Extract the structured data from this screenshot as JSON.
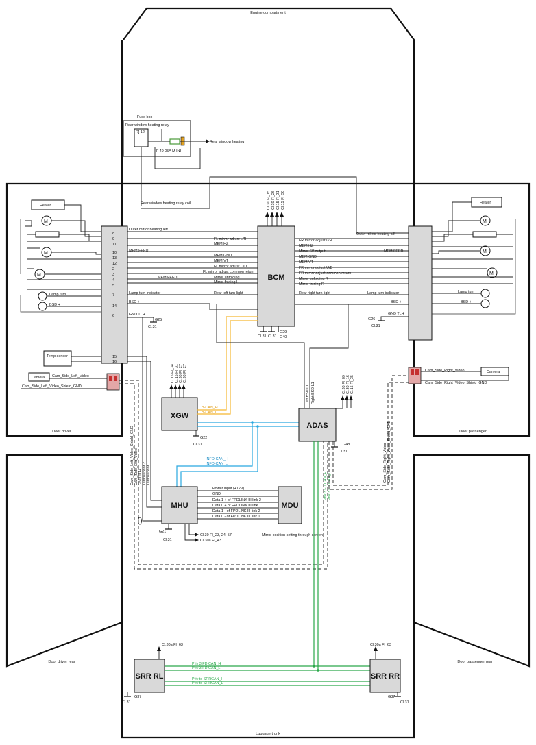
{
  "zones": {
    "engine": "Engine compartment",
    "door_driver": "Door driver",
    "door_passenger": "Door passenger",
    "door_driver_rear": "Door driver rear",
    "door_passenger_rear": "Door passenger rear",
    "luggage": "Luggage trunk"
  },
  "fusebox": {
    "title": "Fuse box",
    "relay": "Rear window heating relay",
    "relay_id": "R] 12",
    "fuse": "F 49 05A M INI",
    "output": "Rear window heating",
    "coil": "Rear window heating relay coil"
  },
  "modules": {
    "bcm": "BCM",
    "xgw": "XGW",
    "adas": "ADAS",
    "mhu": "MHU",
    "mdu": "MDU",
    "srr_rl": "SRR RL",
    "srr_rr": "SRR RR"
  },
  "bcm_top_pins": [
    "Cl.30 FI_15",
    "Cl.30 FI_26",
    "Cl.15 FI_31",
    "Cl.15 FI_36"
  ],
  "bcm_gnd": {
    "cl31a": "Cl.31",
    "cl31b": "Cl.31",
    "g": "G29",
    "g2": "G40"
  },
  "left_door": {
    "heater": "Heater",
    "connector_pins": [
      "8",
      "9",
      "11",
      "10",
      "13",
      "12",
      "2",
      "3",
      "4",
      "5",
      "7",
      "14",
      "6",
      "15",
      "16"
    ],
    "lamp_turn": "Lamp turn",
    "bsd": "BSD +",
    "temp": "Temp sensor",
    "camera": "Camera",
    "cam_video": "Cam_Side_Left_Video",
    "cam_shield": "Cam_Side_Left_Video_Shield_GND",
    "gnd_tlh": "GND TLH",
    "gnd_g": "G25",
    "gnd_cl": "Cl.31"
  },
  "right_door": {
    "heater": "Heater",
    "lamp_turn": "Lamp turn",
    "bsd": "BSD +",
    "camera": "Camera",
    "cam_video": "Cam_Side_Right_Video",
    "cam_shield": "Cam_Side_Right_Video_Shield_GND",
    "gnd_tlh": "GND TLH",
    "gnd_g": "G26",
    "gnd_cl": "Cl.31"
  },
  "left_signals": [
    "Outer mirror heating left",
    "FL mirror adjust L/R",
    "MEM HZ",
    "MEM FEED",
    "MEM GND",
    "MEM VT",
    "FL mirror adjust U/D",
    "FL mirror adjust common return",
    "MEM FEED",
    "Mirror unfolding L",
    "Mirror folding L",
    "Lamp turn indicator",
    "Rear left turn light",
    "BSD +"
  ],
  "right_signals": [
    "Outer mirror heating left",
    "FR mirror adjust L/R",
    "MEM HZ",
    "Mirror 5V output",
    "MEM FEED",
    "MEM GND",
    "MEM VT",
    "FR mirror adjust U/D",
    "FR mirror adjust common return",
    "Mirror unfolding R",
    "Mirror folding R",
    "Rear right turn light",
    "Lamp turn indicator",
    "BSD +"
  ],
  "xgw": {
    "fuses": [
      "Cl.15 FI_34",
      "Cl.15 FI_31",
      "Cl.30 FI_27",
      "Cl.30 FI_27"
    ],
    "bcan_h": "B-CAN_H",
    "bcan_l": "B-CAN_L",
    "g": "G22",
    "cl": "Cl.31"
  },
  "adas": {
    "fuses": [
      "Cl.30 FI_09",
      "Cl.30 FI_16",
      "Cl.15 FI_35"
    ],
    "left_in": "Left BSD L1",
    "right_in": "Right BSD L1",
    "g": "G48",
    "cl": "Cl.31",
    "pfd_h": "Priv 3 FD CAN_H",
    "pfd_l": "Priv 3 FD CAN_L"
  },
  "infocan": {
    "h": "INFO-CAN_H",
    "l": "INFO-CAN_L"
  },
  "mhu": {
    "power": "Power input (+12V)",
    "gnd": "GND",
    "fpd": [
      "Data 1 + of FPDLINK III link 2",
      "Data 0 + of FPDLINK III link 1",
      "Data 1 - of FPDLINK III link 2",
      "Data 0 - of FPDLINK III link 1"
    ],
    "fuses": [
      "Cl.30 FI_23, 24, 57",
      "Cl.30a FI_43"
    ],
    "g": "G21",
    "cl": "Cl.31",
    "mirror_setting": "Mirror position setting through screen"
  },
  "left_vertical": [
    "Cam_Side_Left_Video_Shield_GND",
    "Cam_Side_Left_Video",
    "GND TLH",
    "Tempsensor 2",
    "Tempsensor 1"
  ],
  "right_vertical": [
    "Cam_Side_Right_Video",
    "Cam_Side_Right_Video_Shield_GND"
  ],
  "srr": {
    "rl_fuse": "Cl.30a FI_63",
    "rr_fuse": "Cl.30a FI_63",
    "pfd_h": "Priv 3 FD CAN_H",
    "pfd_l": "Priv 3 FD CAN_L",
    "psrr_h": "Priv to SRRCAN_H",
    "psrr_l": "Priv to SRRCAN_L",
    "rl_g": "G37",
    "rl_cl": "Cl.31",
    "rr_g": "G37",
    "rr_cl": "Cl.31"
  },
  "colors": {
    "bcan": "#f5b731",
    "infocan": "#29a8e0",
    "privcan": "#2aa84a",
    "connector": "#d23b3b",
    "module": "#d9d9d9"
  }
}
